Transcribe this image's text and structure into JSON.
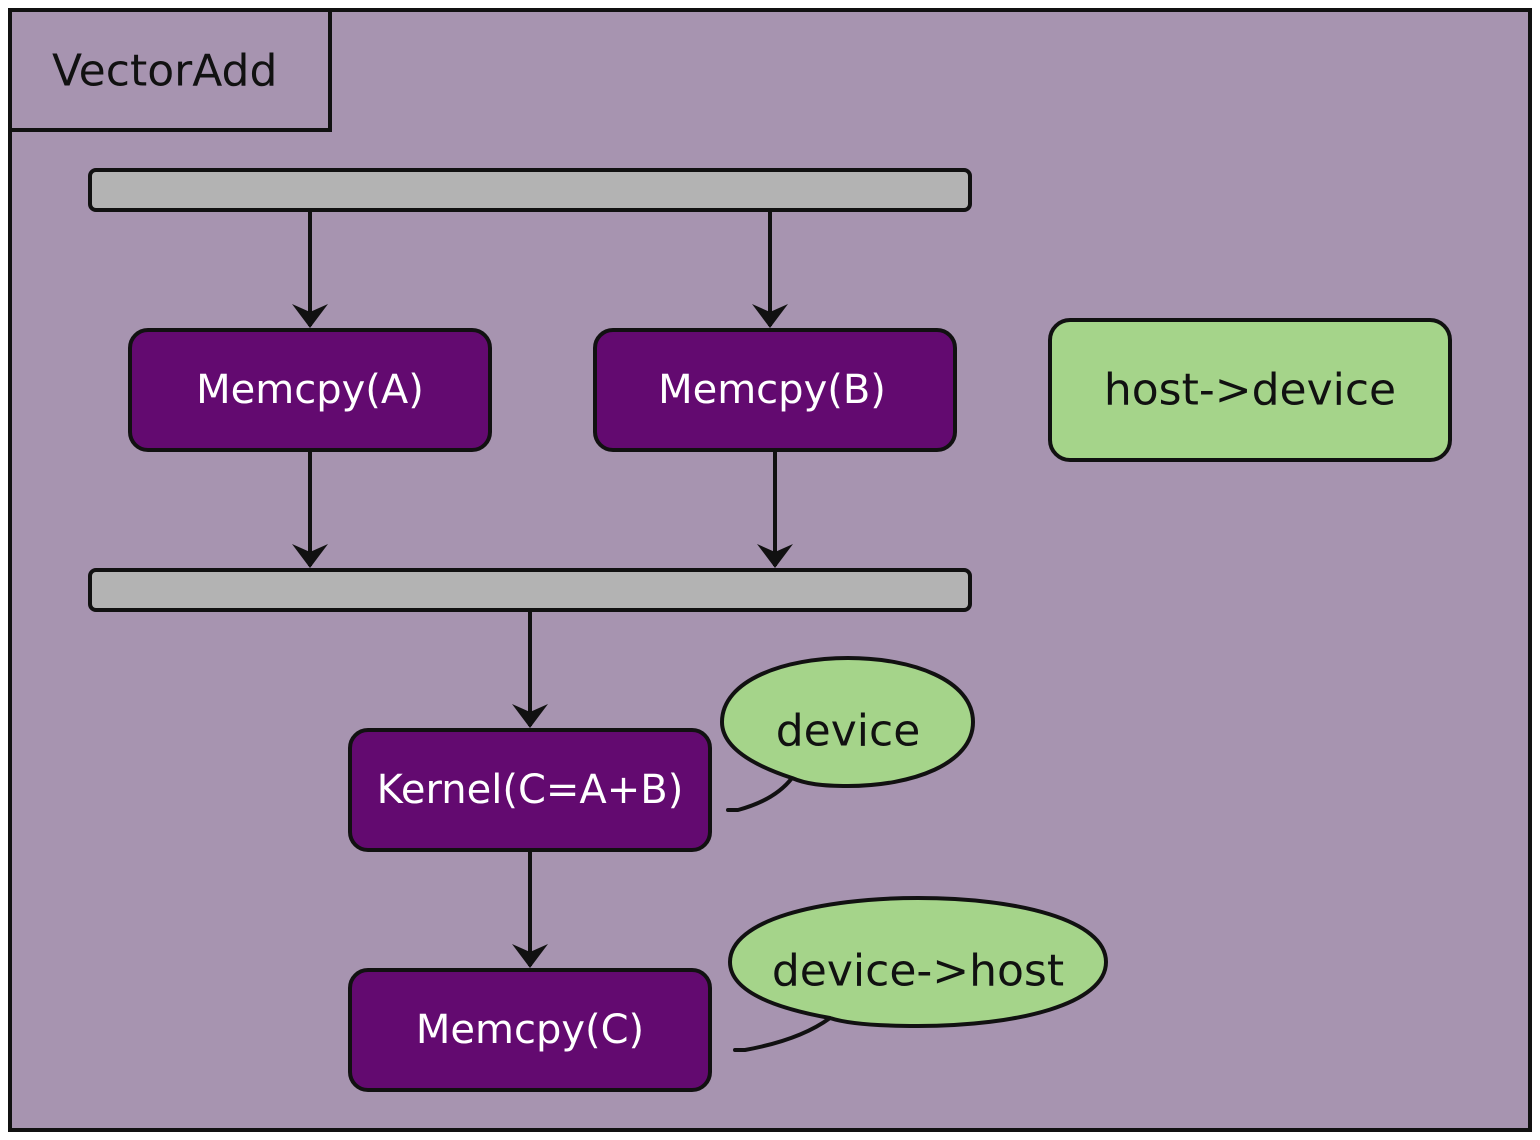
{
  "frame": {
    "title": "VectorAdd"
  },
  "nodes": {
    "memcpy_a": "Memcpy(A)",
    "memcpy_b": "Memcpy(B)",
    "kernel": "Kernel(C=A+B)",
    "memcpy_c": "Memcpy(C)"
  },
  "notes": {
    "host_to_device": "host->device",
    "device": "device",
    "device_to_host": "device->host"
  },
  "colors": {
    "background": "#a794b0",
    "activity": "#630a70",
    "fork_bar": "#b3b3b3",
    "note": "#a5d48a",
    "stroke": "#111111"
  }
}
